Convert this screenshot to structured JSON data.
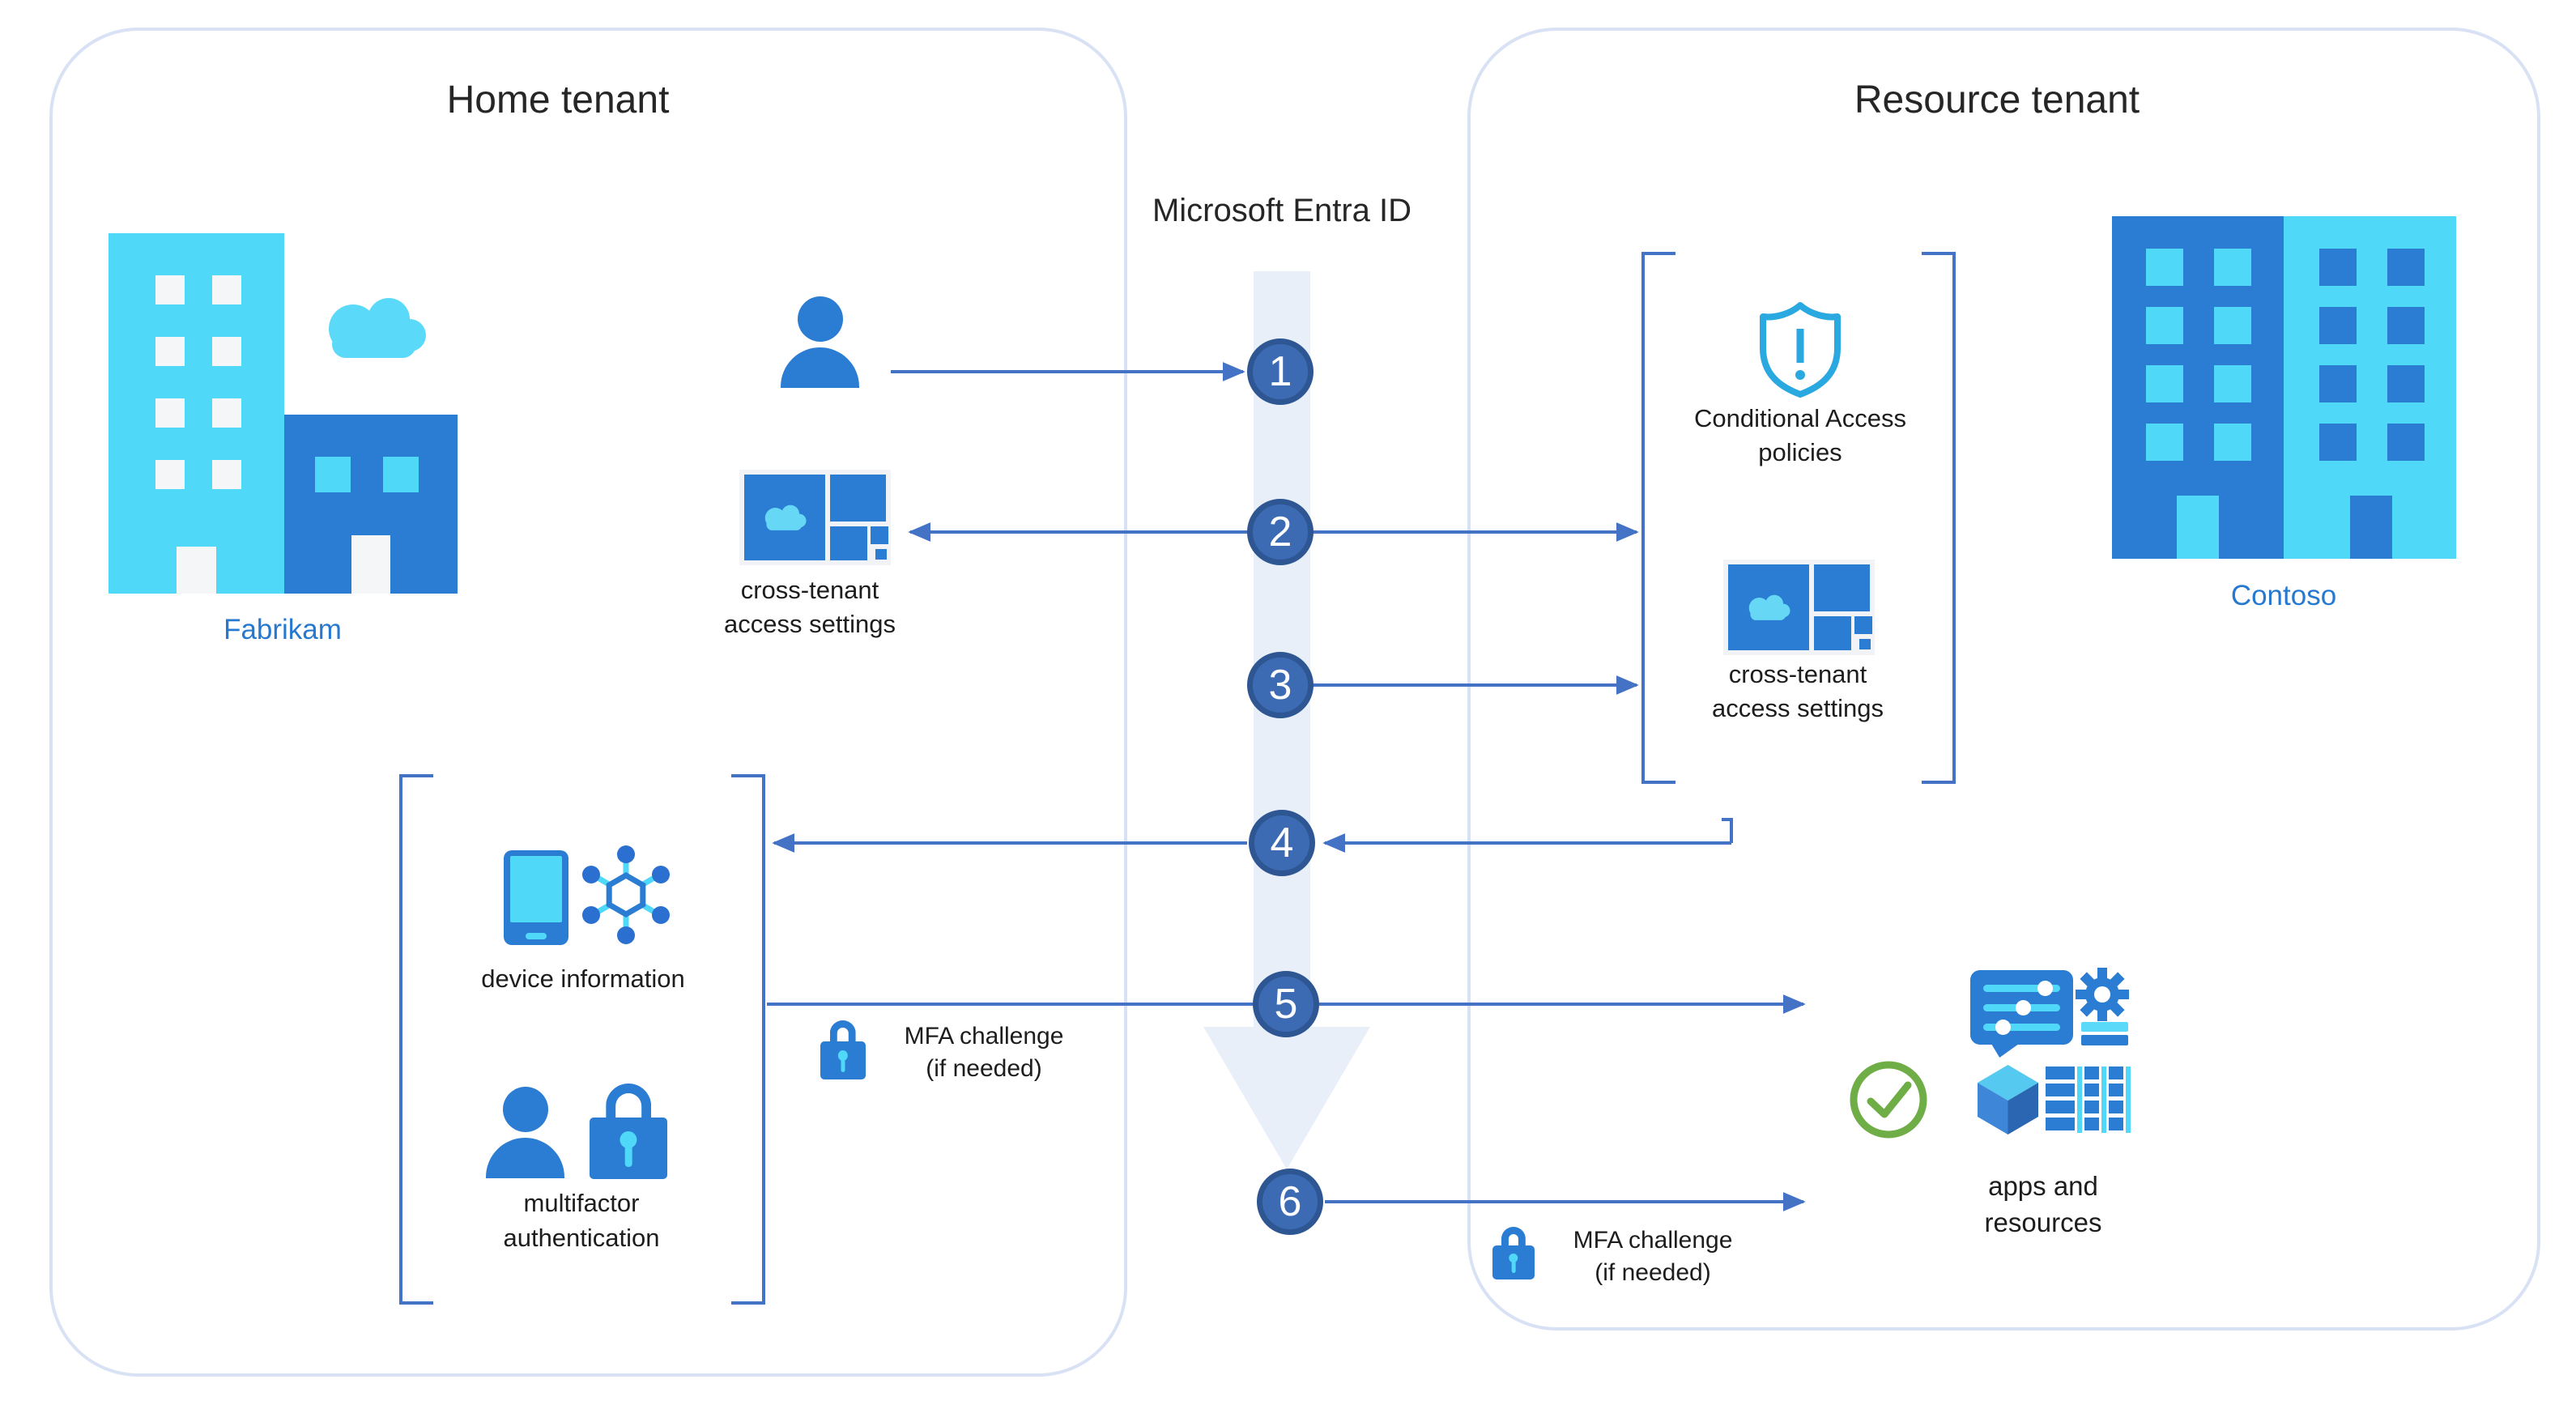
{
  "home": {
    "title": "Home tenant",
    "org": "Fabrikam",
    "cross_tenant": "cross-tenant\naccess settings",
    "device_info": "device information",
    "mfa": "multifactor\nauthentication",
    "mfa_challenge": "MFA challenge\n(if needed)"
  },
  "resource": {
    "title": "Resource tenant",
    "org": "Contoso",
    "conditional_access": "Conditional Access\npolicies",
    "cross_tenant": "cross-tenant\naccess settings",
    "mfa_challenge": "MFA challenge\n(if needed)",
    "apps": "apps and\nresources"
  },
  "center": {
    "title": "Microsoft Entra ID",
    "steps": [
      "1",
      "2",
      "3",
      "4",
      "5",
      "6"
    ]
  },
  "colors": {
    "accent_line": "#4472C4",
    "step_fill": "#3C6BB4",
    "step_ring": "#2E5693",
    "icon_blue": "#2B7CD3",
    "icon_cyan": "#4FD8F8",
    "shield_blue": "#2AA8E0",
    "check_green": "#6FAE46",
    "org_text": "#2779D0",
    "flow_band": "#E9EFF9"
  }
}
